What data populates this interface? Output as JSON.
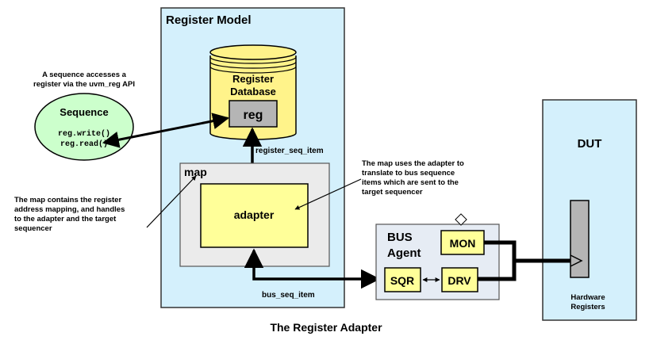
{
  "caption": "The Register Adapter",
  "register_model": {
    "title": "Register Model"
  },
  "database": {
    "line1": "Register",
    "line2": "Database",
    "reg": "reg"
  },
  "map": {
    "title": "map",
    "adapter": "adapter"
  },
  "sequence": {
    "title": "Sequence",
    "line1": "reg.write()",
    "line2": "reg.read()",
    "note_line1": "A sequence accesses a",
    "note_line2": "register via the uvm_reg API"
  },
  "links": {
    "register_item": "register_seq_item",
    "bus_item": "bus_seq_item"
  },
  "notes": {
    "map_line1": "The map contains the register",
    "map_line2": "address mapping, and handles",
    "map_line3": "to the adapter and the target",
    "map_line4": "sequencer",
    "adapter_line1": "The map uses the adapter to",
    "adapter_line2": "translate to bus sequence",
    "adapter_line3": "items which are sent to the",
    "adapter_line4": "target sequencer"
  },
  "bus_agent": {
    "line1": "BUS",
    "line2": "Agent",
    "mon": "MON",
    "sqr": "SQR",
    "drv": "DRV"
  },
  "dut": {
    "title": "DUT",
    "line1": "Hardware",
    "line2": "Registers"
  },
  "colors": {
    "register_model_fill": "#d4f0fc",
    "database_fill": "#fff38a",
    "reg_fill": "#b5b5b5",
    "map_fill": "#ebebeb",
    "adapter_fill": "#ffff99",
    "sequence_fill": "#ccffcc",
    "bus_agent_fill": "#e6ecf4",
    "bus_block_fill": "#ffff99",
    "dut_fill": "#d4f0fc"
  }
}
